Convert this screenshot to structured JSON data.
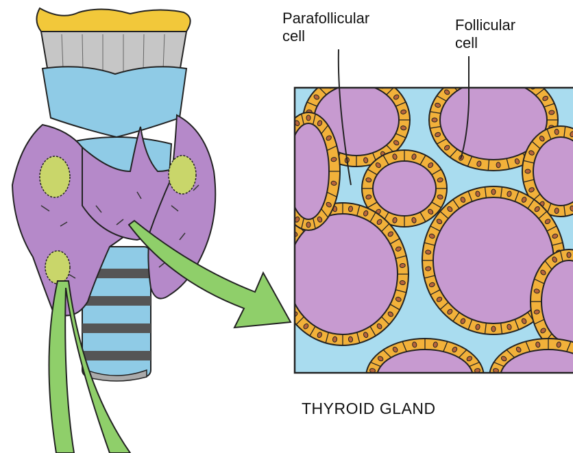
{
  "labels": {
    "parafollicular_line1": "Parafollicular",
    "parafollicular_line2": "cell",
    "follicular_line1": "Follicular",
    "follicular_line2": "cell",
    "title": "THYROID GLAND"
  },
  "colors": {
    "colloid": "#c79ad0",
    "follicle_cell": "#f2b13a",
    "nucleus": "#b8643a",
    "stroma": "#a9dcef",
    "gland": "#b589c9",
    "nodule": "#c9d66a",
    "cartilage": "#8fcbe6",
    "arrow": "#8fcf6a",
    "epiglottis": "#f2c83a"
  }
}
